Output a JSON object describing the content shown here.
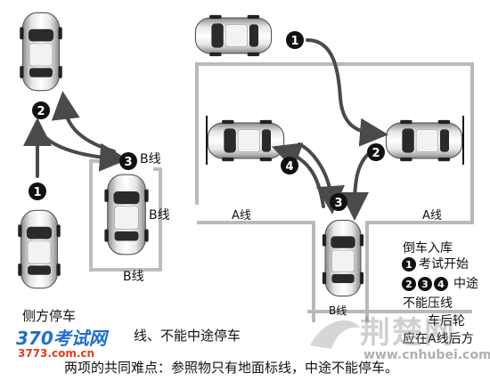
{
  "left_scene": {
    "steps": [
      "1",
      "2",
      "3"
    ],
    "b_line_labels": [
      "B线",
      "B线",
      "B线"
    ],
    "caption_title": "侧方停车",
    "caption_rule": "线、不能中途停车"
  },
  "right_scene": {
    "steps": [
      "1",
      "2",
      "3",
      "4"
    ],
    "a_line_labels": [
      "A线",
      "A线"
    ],
    "b_line_label": "B线",
    "legend": {
      "title": "倒车入库",
      "line1": "考试开始",
      "line2": "中途",
      "line3": "不能压线",
      "line4": "车后轮",
      "line5": "应在A线后方"
    }
  },
  "footer_note": "两项的共同难点：参照物只有地面标线，中途不能停车。",
  "watermarks": {
    "site_logo": "370考试网",
    "site_url": "3773.com.cn",
    "cn_mark": "荆楚网",
    "url": "www.cnhubei.com"
  },
  "colors": {
    "lane_line": "#b9b9b9",
    "arrow": "#4a4a4a",
    "badge_bg": "#111111",
    "badge_text": "#ffffff"
  }
}
